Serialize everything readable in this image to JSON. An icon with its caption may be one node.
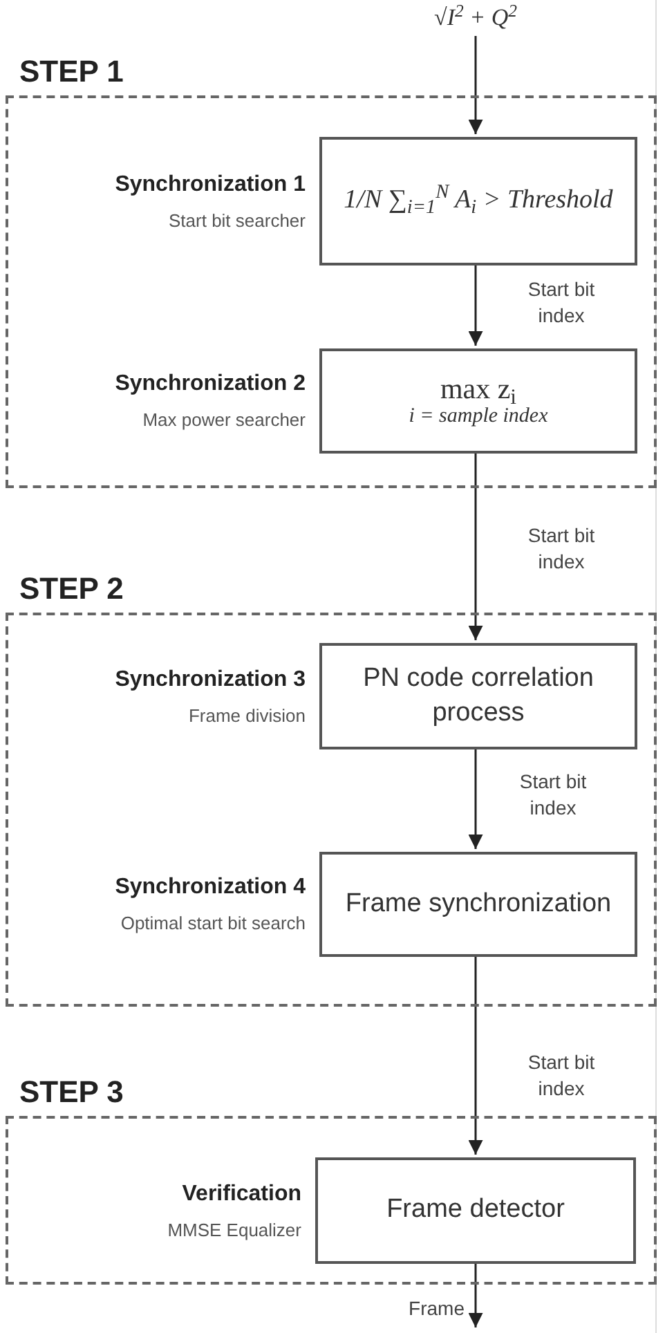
{
  "diagram": {
    "nodes": [
      {
        "text": [
          "√I$^{2}$ + Q$^{2}$"
        ]
      },
      {
        "text": [
          "STEP 1"
        ]
      },
      {
        "text": [
          "1/N ∑$_{i=1}$$^{N}$ A$_{i}$ > Threshold"
        ],
        "in": 1,
        "beside": [
          "Synchronization 1",
          "Start bit searcher"
        ]
      },
      {
        "text": [
          "max z$_{i}$",
          "i = sample index"
        ],
        "in": 1,
        "beside": [
          "Synchronization 2",
          "Max power searcher"
        ]
      },
      {
        "text": [
          "STEP 2"
        ]
      },
      {
        "text": [
          "PN code correlation process"
        ],
        "in": 4,
        "beside": [
          "Synchronization 3",
          "Frame division"
        ]
      },
      {
        "text": [
          "Frame synchronization"
        ],
        "in": 4,
        "beside": [
          "Synchronization 4",
          "Optimal start bit search"
        ]
      },
      {
        "text": [
          "STEP 3"
        ]
      },
      {
        "text": [
          "Frame detector"
        ],
        "in": 7,
        "beside": [
          "Verification",
          "MMSE Equalizer"
        ]
      }
    ],
    "edges": [
      {
        "from": 0,
        "to": 2,
        "arrow": "to"
      },
      {
        "from": 2,
        "to": 3,
        "arrow": "to",
        "label": "Start bit index"
      },
      {
        "from": 3,
        "to": 5,
        "arrow": "to",
        "label": "Start bit index"
      },
      {
        "from": 5,
        "to": 6,
        "arrow": "to",
        "label": "Start bit index"
      },
      {
        "from": 6,
        "to": 8,
        "arrow": "to",
        "label": "Start bit index"
      },
      {
        "from": 8,
        "to": null,
        "arrow": "to",
        "label": "Frame"
      }
    ]
  }
}
